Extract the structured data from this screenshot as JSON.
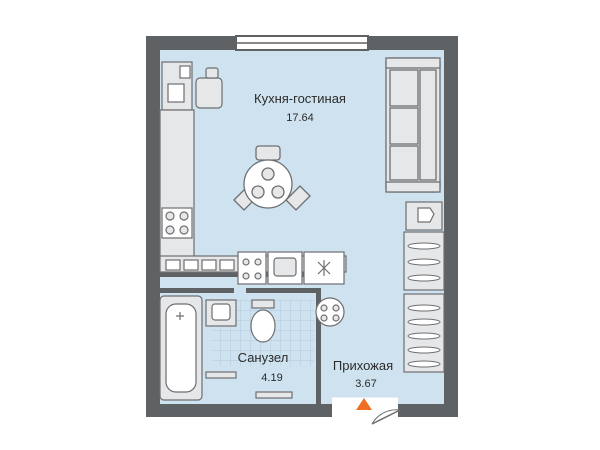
{
  "plan": {
    "colors": {
      "floor": "#cfe2ef",
      "wall": "#5f6265",
      "furniture_fill": "#e6e7e8",
      "furniture_stroke": "#6d6f71",
      "entrance_marker": "#f06f22"
    },
    "rooms": [
      {
        "id": "kitchen-living",
        "name": "Кухня-гостиная",
        "area": "17.64"
      },
      {
        "id": "bathroom",
        "name": "Санузел",
        "area": "4.19"
      },
      {
        "id": "hallway",
        "name": "Прихожая",
        "area": "3.67"
      }
    ]
  }
}
